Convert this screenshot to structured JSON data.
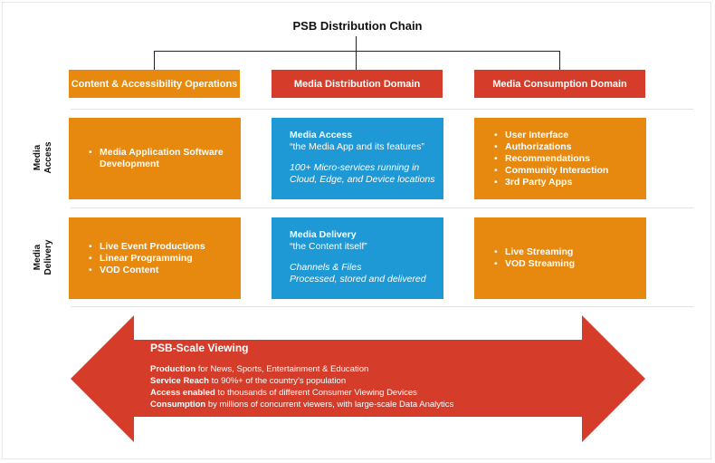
{
  "title": "PSB Distribution Chain",
  "domains": [
    {
      "label": "Content & Accessibility Operations",
      "color": "#e8890f"
    },
    {
      "label": "Media Distribution Domain",
      "color": "#d53c2a"
    },
    {
      "label": "Media Consumption Domain",
      "color": "#d53c2a"
    }
  ],
  "rows": {
    "access": {
      "label_line1": "Media",
      "label_line2": "Access",
      "content_items": [
        "Media Application Software Development"
      ],
      "distribution": {
        "heading": "Media Access",
        "quote": "“the Media App and its features”",
        "detail_line1": "100+ Micro-services running in",
        "detail_line2": "Cloud, Edge, and Device locations"
      },
      "consumption_items": [
        "User Interface",
        "Authorizations",
        "Recommendations",
        "Community Interaction",
        "3rd Party Apps"
      ]
    },
    "delivery": {
      "label_line1": "Media",
      "label_line2": "Delivery",
      "content_items": [
        "Live Event Productions",
        "Linear Programming",
        "VOD Content"
      ],
      "distribution": {
        "heading": "Media Delivery",
        "quote": "“the Content itself”",
        "detail_line1": "Channels & Files",
        "detail_line2": "Processed, stored and delivered"
      },
      "consumption_items": [
        "Live Streaming",
        "VOD Streaming"
      ]
    }
  },
  "viewing": {
    "heading": "PSB-Scale Viewing",
    "lines": [
      {
        "bold": "Production",
        "rest": " for News, Sports, Entertainment & Education"
      },
      {
        "bold": "Service Reach",
        "rest": " to 90%+ of the country’s population"
      },
      {
        "bold": "Access enabled",
        "rest": " to thousands of different Consumer Viewing Devices"
      },
      {
        "bold": "Consumption",
        "rest": " by millions of concurrent viewers, with large-scale Data Analytics"
      }
    ]
  },
  "colors": {
    "orange": "#e8890f",
    "red": "#d53c2a",
    "blue": "#1e99d6"
  }
}
